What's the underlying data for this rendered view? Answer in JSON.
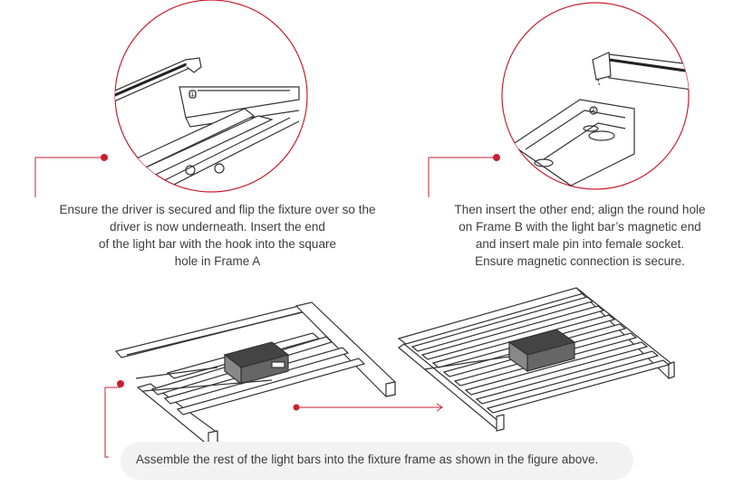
{
  "steps": [
    {
      "lines": [
        "Ensure the driver is secured and flip the fixture over so the",
        "driver is now underneath. Insert the end",
        "of the light bar with the hook into the square",
        "hole in Frame A"
      ]
    },
    {
      "lines": [
        "Then insert the other end; align the round hole",
        "on Frame B with the light bar’s magnetic end",
        "and insert male pin into female socket.",
        "Ensure magnetic connection is secure."
      ]
    }
  ],
  "bottom_caption": "Assemble the rest of the light bars into the fixture frame as shown in the figure above.",
  "markers": [
    "①",
    "②"
  ],
  "colors": {
    "accent": "#c8202e",
    "line": "#333333",
    "box": "#f2f2f2"
  }
}
